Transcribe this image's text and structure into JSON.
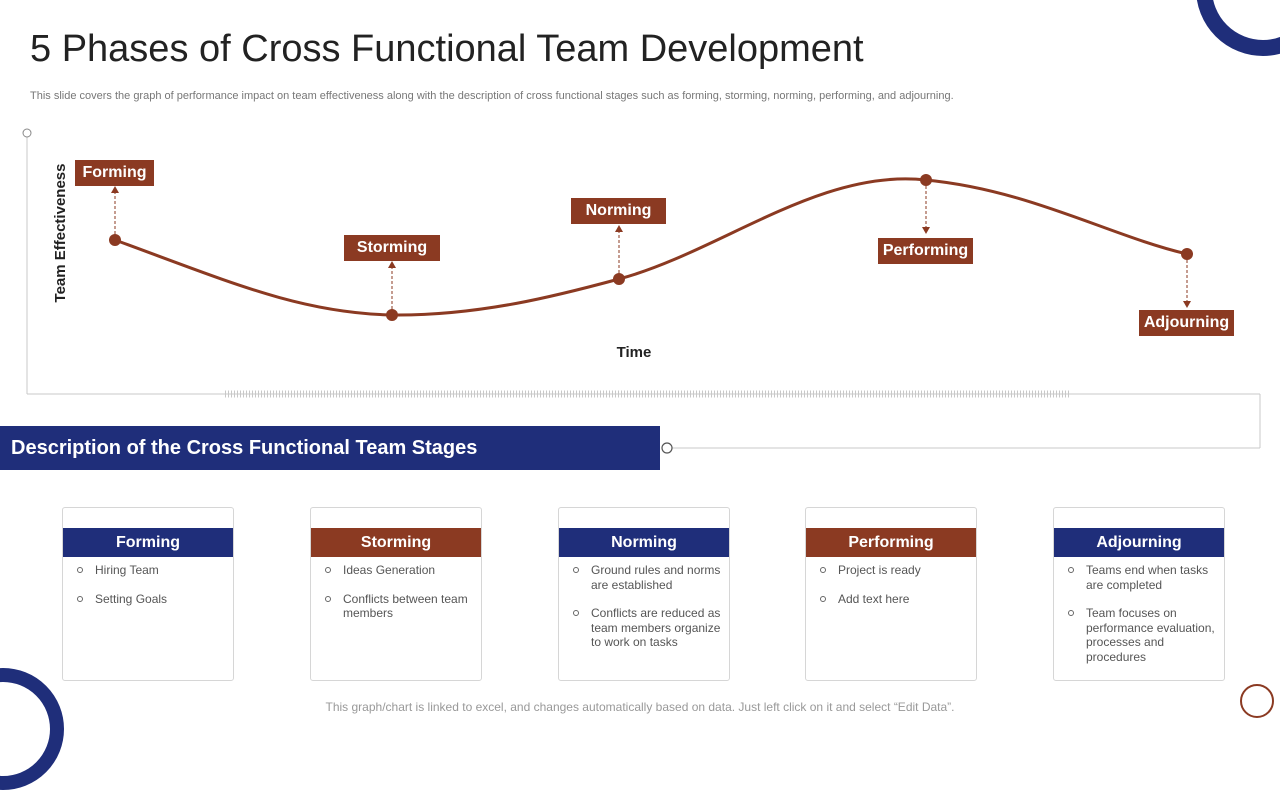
{
  "title": "5 Phases of Cross Functional Team Development",
  "subtitle": "This slide covers the graph of performance impact on team effectiveness along with the description of cross functional stages such as forming, storming, norming, performing, and adjourning.",
  "diagram": {
    "y_axis_label": "Team Effectiveness",
    "x_axis_label": "Time",
    "stages": [
      "Forming",
      "Storming",
      "Norming",
      "Performing",
      "Adjourning"
    ]
  },
  "description_title": "Description  of the Cross  Functional Team Stages",
  "cards": [
    {
      "title": "Forming",
      "items": [
        "Hiring Team",
        "Setting Goals"
      ]
    },
    {
      "title": "Storming",
      "items": [
        "Ideas Generation",
        "Conflicts between team members"
      ]
    },
    {
      "title": "Norming",
      "items": [
        "Ground rules and norms are established",
        "Conflicts are reduced as team members organize to work on tasks"
      ]
    },
    {
      "title": "Performing",
      "items": [
        "Project is ready",
        "Add text here"
      ]
    },
    {
      "title": "Adjourning",
      "items": [
        "Teams end when tasks are completed",
        "Team focuses on performance evaluation, processes and procedures"
      ]
    }
  ],
  "footer": "This graph/chart is linked to excel, and changes automatically based on data. Just left click on it and select “Edit Data”.",
  "colors": {
    "navy": "#1f2e7a",
    "brown": "#8b3a22"
  }
}
